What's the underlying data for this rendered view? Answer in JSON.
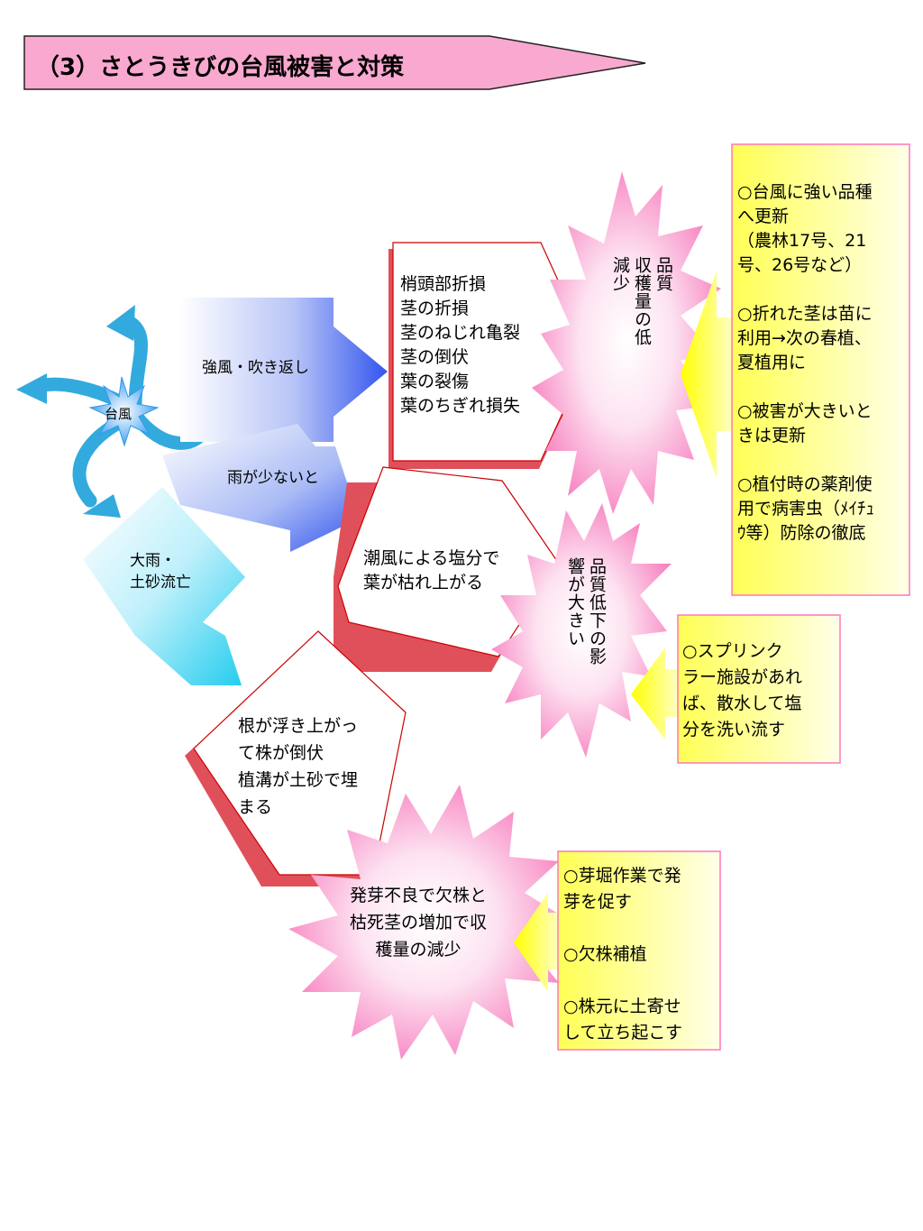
{
  "title": "（3）さとうきびの台風被害と対策",
  "typhoon_label": "台風",
  "arrows": {
    "wind": "強風・吹き返し",
    "little_rain": "雨が少ないと",
    "heavy_rain": "大雨・\n土砂流亡"
  },
  "damage": {
    "wind": "梢頭部折損\n茎の折損\n茎のねじれ亀裂\n茎の倒伏\n葉の裂傷\n葉のちぎれ損失",
    "salt": "潮風による塩分で\n葉が枯れ上がる",
    "soil": "根が浮き上がっ\nて株が倒伏\n植溝が土砂で埋\nまる"
  },
  "effects": {
    "quality_yield": "品質\n収穫量の低\n減少",
    "quality_big": "品質低下の影\n響が大きい",
    "germination": "発芽不良で欠株と\n枯死茎の増加で収\n穫量の減少"
  },
  "measures": {
    "box1": "○台風に強い品種\nへ更新\n（農林17号、21\n号、26号など）\n\n○折れた茎は苗に\n利用→次の春植、\n夏植用に\n\n○被害が大きいと\nきは更新\n\n○植付時の薬剤使\n用で病害虫（ﾒｲﾁｭ\nｳ等）防除の徹底",
    "box2": "○スプリンク\nラー施設があれ\nば、散水して塩\n分を洗い流す",
    "box3": "○芽堀作業で発\n芽を促す\n\n○欠株補植\n\n○株元に土寄せ\nして立ち起こす"
  },
  "colors": {
    "title_fill": "#f9a8cf",
    "burst_center": "#ffffff",
    "burst_edge": "#f77fbf",
    "measure_fill": "#ffff66",
    "shadow_red": "#e0505a",
    "arrow_blue": "#3355ee",
    "arrow_cyan": "#33ccee",
    "swirl": "#33aadd"
  }
}
